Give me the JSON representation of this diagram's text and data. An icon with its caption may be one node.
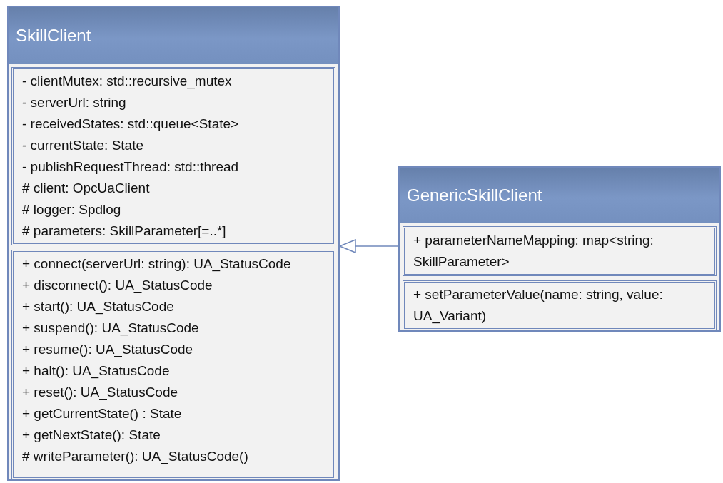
{
  "diagram": {
    "nodes": [
      {
        "text": [
          "SkillClient"
        ]
      },
      {
        "text": [
          "- clientMutex: std::recursive_mutex",
          "- serverUrl: string",
          "- receivedStates: std::queue<State>",
          "- currentState: State",
          "- publishRequestThread: std::thread",
          "# client: OpcUaClient",
          "# logger: Spdlog",
          "# parameters: SkillParameter[=..*]"
        ],
        "in": 0
      },
      {
        "text": [
          "+ connect(serverUrl: string): UA_StatusCode",
          "+ disconnect(): UA_StatusCode",
          "+ start(): UA_StatusCode",
          "+ suspend(): UA_StatusCode",
          "+ resume(): UA_StatusCode",
          "+ halt(): UA_StatusCode",
          "+ reset(): UA_StatusCode",
          "+ getCurrentState() : State",
          "+ getNextState(): State",
          "# writeParameter(): UA_StatusCode()"
        ],
        "in": 0
      },
      {
        "text": [
          "GenericSkillClient"
        ]
      },
      {
        "text": [
          "+ parameterNameMapping: map<string: SkillParameter>"
        ],
        "in": 3
      },
      {
        "text": [
          "+ setParameterValue(name: string, value: UA_Variant)"
        ],
        "in": 3
      }
    ],
    "edges": [
      {
        "from": 3,
        "to": 0,
        "arrow": "to"
      }
    ]
  }
}
